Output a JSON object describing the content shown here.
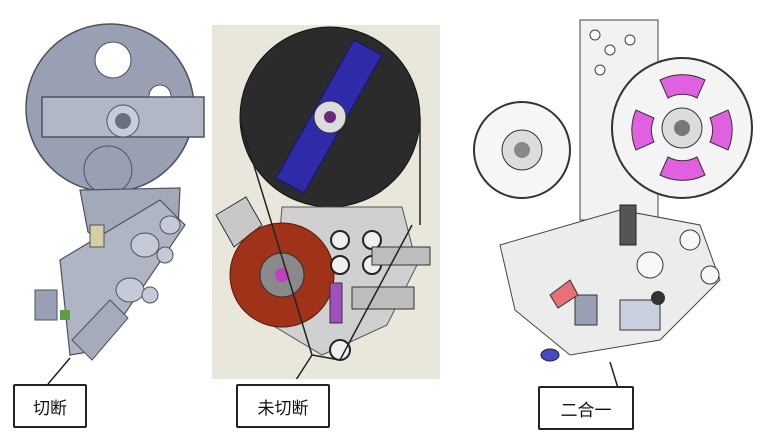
{
  "callouts": {
    "left": "切断",
    "middle": "未切断",
    "right": "二合一"
  },
  "colors": {
    "steel": "#8e94a6",
    "steel_dark": "#5a6070",
    "reel_dark": "#2a2a2a",
    "reel_blue": "#2e2aa8",
    "reel_red": "#a0321a",
    "reel_pink": "#e060e0",
    "middle_bg": "#e9e7dc"
  },
  "icons": [
    "machine-left-drawing",
    "machine-middle-drawing",
    "machine-right-drawing"
  ]
}
